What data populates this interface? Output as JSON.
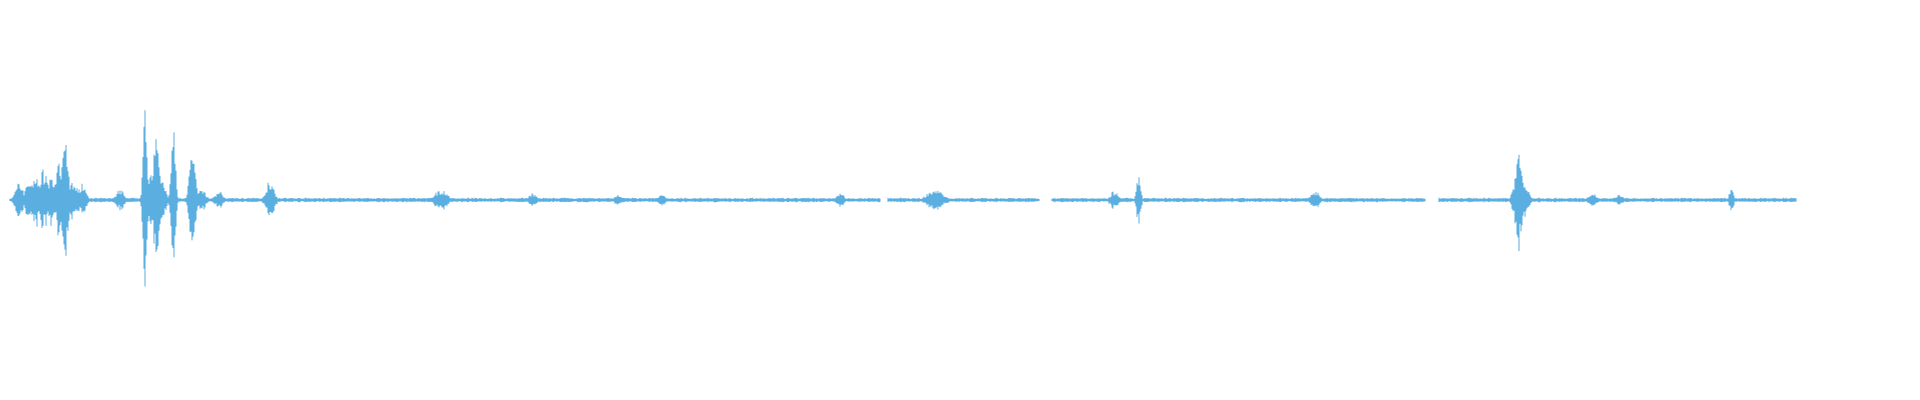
{
  "waveform": {
    "color": "#5aaee0",
    "duration_fraction_filled": 0.94,
    "gaps": [
      [
        0.458,
        0.462
      ],
      [
        0.542,
        0.548
      ],
      [
        0.745,
        0.752
      ]
    ],
    "events": [
      {
        "t": 0.005,
        "amp": 0.1,
        "width": 0.002
      },
      {
        "t": 0.01,
        "amp": 0.12,
        "width": 0.002
      },
      {
        "t": 0.014,
        "amp": 0.15,
        "width": 0.002
      },
      {
        "t": 0.018,
        "amp": 0.18,
        "width": 0.002
      },
      {
        "t": 0.022,
        "amp": 0.14,
        "width": 0.002
      },
      {
        "t": 0.026,
        "amp": 0.2,
        "width": 0.002
      },
      {
        "t": 0.029,
        "amp": 0.36,
        "width": 0.0015
      },
      {
        "t": 0.033,
        "amp": 0.12,
        "width": 0.002
      },
      {
        "t": 0.038,
        "amp": 0.1,
        "width": 0.002
      },
      {
        "t": 0.058,
        "amp": 0.06,
        "width": 0.002
      },
      {
        "t": 0.071,
        "amp": 0.5,
        "width": 0.001
      },
      {
        "t": 0.074,
        "amp": 0.2,
        "width": 0.002
      },
      {
        "t": 0.077,
        "amp": 0.44,
        "width": 0.0015
      },
      {
        "t": 0.08,
        "amp": 0.1,
        "width": 0.002
      },
      {
        "t": 0.086,
        "amp": 0.44,
        "width": 0.001
      },
      {
        "t": 0.096,
        "amp": 0.28,
        "width": 0.0015
      },
      {
        "t": 0.101,
        "amp": 0.06,
        "width": 0.002
      },
      {
        "t": 0.11,
        "amp": 0.05,
        "width": 0.002
      },
      {
        "t": 0.137,
        "amp": 0.12,
        "width": 0.002
      },
      {
        "t": 0.227,
        "amp": 0.06,
        "width": 0.003
      },
      {
        "t": 0.275,
        "amp": 0.04,
        "width": 0.002
      },
      {
        "t": 0.32,
        "amp": 0.03,
        "width": 0.002
      },
      {
        "t": 0.343,
        "amp": 0.03,
        "width": 0.002
      },
      {
        "t": 0.437,
        "amp": 0.04,
        "width": 0.002
      },
      {
        "t": 0.487,
        "amp": 0.06,
        "width": 0.004
      },
      {
        "t": 0.581,
        "amp": 0.05,
        "width": 0.002
      },
      {
        "t": 0.594,
        "amp": 0.15,
        "width": 0.001
      },
      {
        "t": 0.687,
        "amp": 0.06,
        "width": 0.002
      },
      {
        "t": 0.791,
        "amp": 0.08,
        "width": 0.001
      },
      {
        "t": 0.794,
        "amp": 0.28,
        "width": 0.0015
      },
      {
        "t": 0.797,
        "amp": 0.1,
        "width": 0.002
      },
      {
        "t": 0.833,
        "amp": 0.04,
        "width": 0.002
      },
      {
        "t": 0.847,
        "amp": 0.03,
        "width": 0.002
      },
      {
        "t": 0.906,
        "amp": 0.08,
        "width": 0.001
      }
    ],
    "baseline_noise": 0.012
  }
}
